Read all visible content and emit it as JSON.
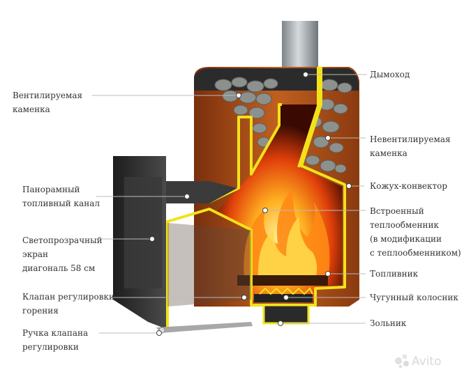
{
  "labels": {
    "left": [
      {
        "id": "ventilated-kamenka",
        "lines": [
          "Вентилируемая",
          "каменка"
        ]
      },
      {
        "id": "panoramic-fuel-channel",
        "lines": [
          "Панорамный",
          "топливный канал"
        ]
      },
      {
        "id": "transparent-screen",
        "lines": [
          "Светопрозрачный",
          "экран",
          "диагональ 58 см"
        ]
      },
      {
        "id": "combustion-valve",
        "lines": [
          "Клапан регулировки",
          "горения"
        ]
      },
      {
        "id": "valve-handle",
        "lines": [
          "Ручка клапана",
          "регулировки"
        ]
      }
    ],
    "right": [
      {
        "id": "chimney",
        "lines": [
          "Дымоход"
        ]
      },
      {
        "id": "non-ventilated-kamenka",
        "lines": [
          "Невентилируемая",
          "каменка"
        ]
      },
      {
        "id": "convector-casing",
        "lines": [
          "Кожух-конвектор"
        ]
      },
      {
        "id": "heat-exchanger",
        "lines": [
          "Встроенный",
          "теплообменник",
          "(в модификации",
          "с теплообменником)"
        ]
      },
      {
        "id": "firebox",
        "lines": [
          "Топливник"
        ]
      },
      {
        "id": "cast-iron-grate",
        "lines": [
          "Чугунный колосник"
        ]
      },
      {
        "id": "ash-pan",
        "lines": [
          "Зольник"
        ]
      }
    ]
  },
  "watermark": {
    "text": "Avito"
  },
  "colors": {
    "outline": "#f3e21a",
    "casing": "#b8541c",
    "fire": "#ff7a10",
    "stone": "#8a8f8c",
    "metal": "#9aa0a4",
    "dark": "#2a2a2a"
  }
}
